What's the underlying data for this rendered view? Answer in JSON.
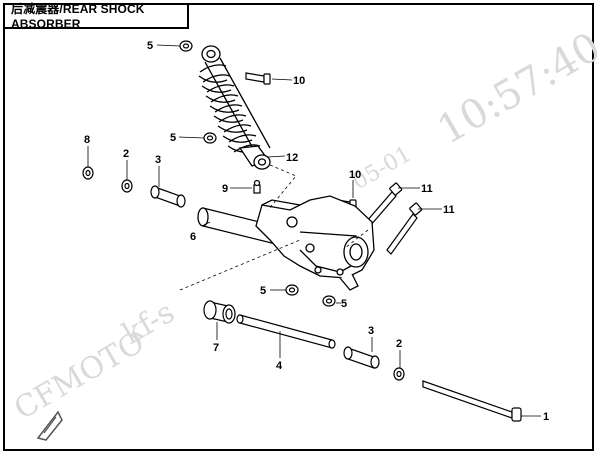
{
  "title": "后减震器/REAR SHOCK ABSORBER",
  "watermarks": {
    "time": "10:57:40",
    "date_fragment": "05-01",
    "brand": "CFMOTO",
    "user": "kf-s"
  },
  "callouts": [
    "5",
    "10",
    "5",
    "12",
    "8",
    "2",
    "3",
    "9",
    "10",
    "11",
    "11",
    "6",
    "5",
    "5",
    "7",
    "4",
    "3",
    "2",
    "1"
  ],
  "colors": {
    "line": "#000000",
    "watermark": "#d9d9d9"
  }
}
